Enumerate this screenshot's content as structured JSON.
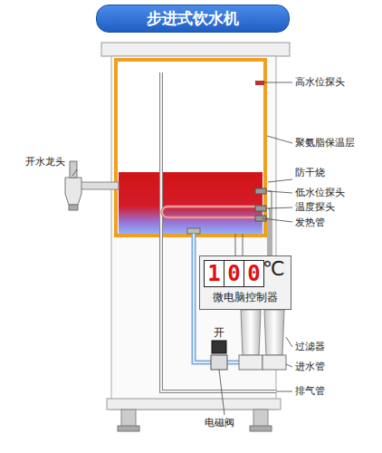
{
  "diagram": {
    "title": "步进式饮水机",
    "nodes": [
      {
        "text": [
          "微电脑控制器"
        ]
      },
      {
        "text": [
          "1"
        ],
        "in": 0
      },
      {
        "text": [
          "0"
        ],
        "in": 0
      },
      {
        "text": [
          "0"
        ],
        "in": 0
      }
    ],
    "labels": [
      "高水位探头",
      "聚氨脂保温层",
      "开水龙头",
      "防干烧",
      "低水位探头",
      "温度探头",
      "发热管",
      "℃",
      "开",
      "过滤器",
      "进水管",
      "排气管",
      "电磁阀"
    ]
  }
}
